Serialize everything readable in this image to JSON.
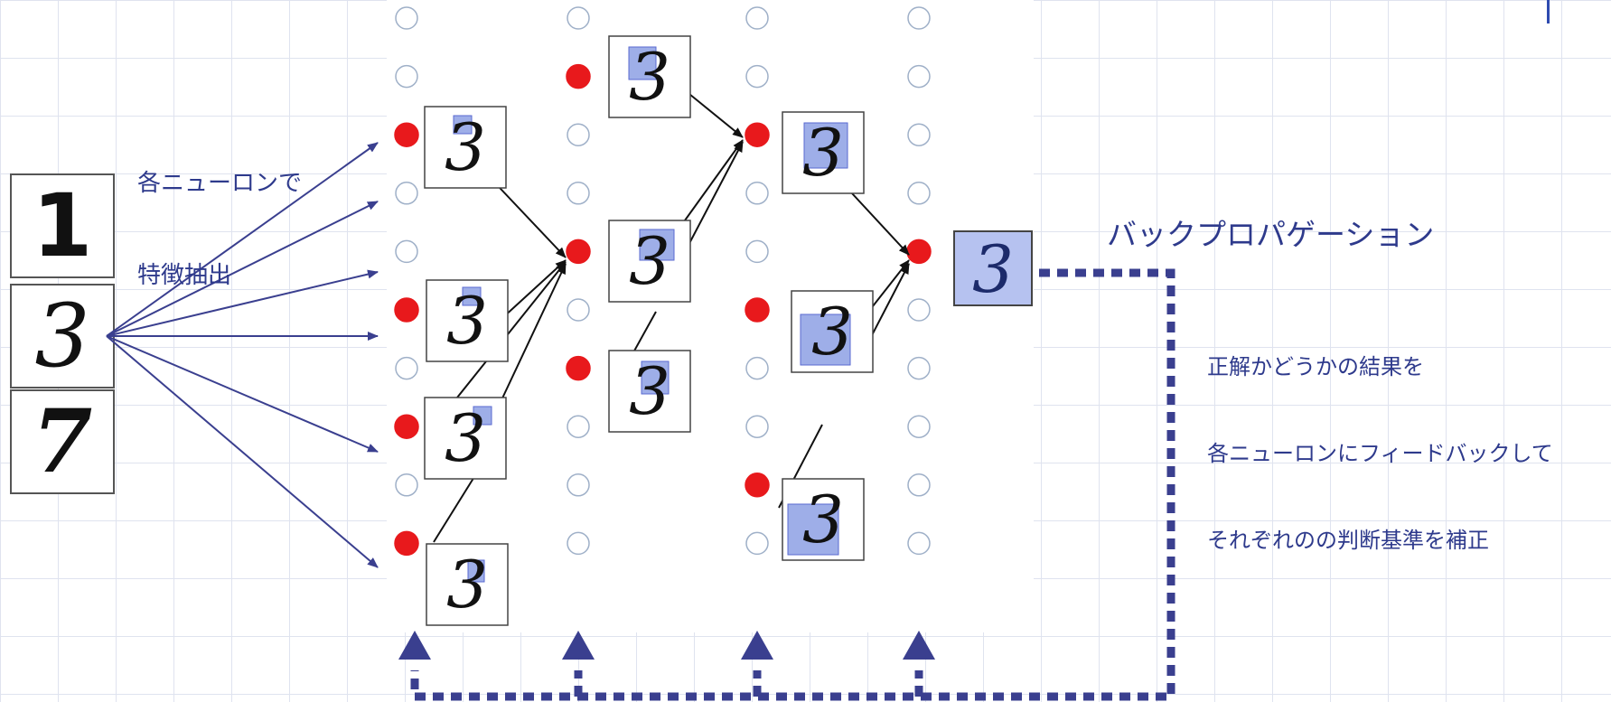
{
  "input_digits": [
    "1",
    "3",
    "7"
  ],
  "feature_label": {
    "line1": "各ニューロンで",
    "line2": "特徴抽出"
  },
  "output_digit": "3",
  "feature_digit": "3",
  "backprop_label": "バックプロパゲーション",
  "backprop_description": {
    "line1": "正解かどうかの結果を",
    "line2": "各ニューロンにフィードバックして",
    "line3": "それぞれのの判断基準を補正"
  },
  "colors": {
    "text": "#2e3a8c",
    "arrow": "#3a3f8f",
    "feedback": "#3a3f8f",
    "active_neuron": "#e8191c",
    "inactive_neuron": "#9fb0c8",
    "highlight": "#9eaee8"
  },
  "layers": [
    {
      "neuron_count": 10,
      "active": [
        2,
        5,
        7,
        9
      ]
    },
    {
      "neuron_count": 10,
      "active": [
        1,
        4,
        6
      ]
    },
    {
      "neuron_count": 10,
      "active": [
        2,
        5,
        8
      ]
    },
    {
      "neuron_count": 10,
      "active": [
        4
      ]
    }
  ]
}
